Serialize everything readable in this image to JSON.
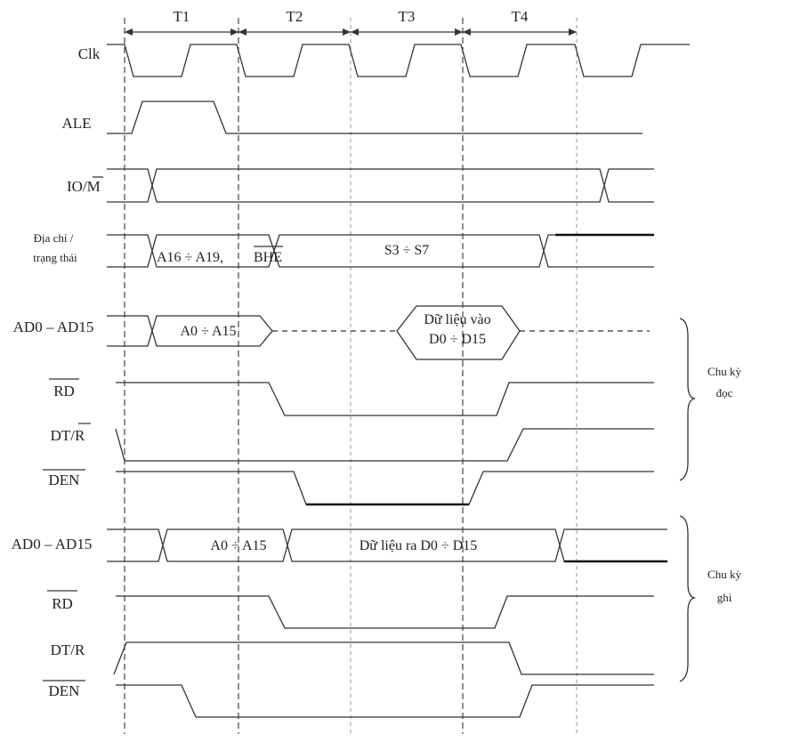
{
  "periods": [
    "T1",
    "T2",
    "T3",
    "T4"
  ],
  "signals": {
    "clk": "Clk",
    "ale": "ALE",
    "io_m": "IO/M",
    "addr_status_1": "Địa chỉ /",
    "addr_status_2": "trạng thái",
    "ad_read": "AD0 – AD15",
    "rd_read": "RD",
    "dtr_read": "DT/R",
    "den_read": "DEN",
    "ad_write": "AD0 – AD15",
    "rd_write": "RD",
    "dtr_write": "DT/R",
    "den_write": "DEN"
  },
  "bus_text": {
    "addr_high": "A16 ÷ A19,",
    "bhe": "BHE",
    "status": "S3 ÷ S7",
    "addr_low_read": "A0 ÷ A15",
    "data_in_1": "Dữ liệu vào",
    "data_in_2": "D0 ÷ D15",
    "addr_low_write": "A0 ÷ A15",
    "data_out": "Dữ liệu ra D0 ÷ D15"
  },
  "cycles": {
    "read_1": "Chu kỳ",
    "read_2": "đọc",
    "write_1": "Chu kỳ",
    "write_2": "ghi"
  }
}
